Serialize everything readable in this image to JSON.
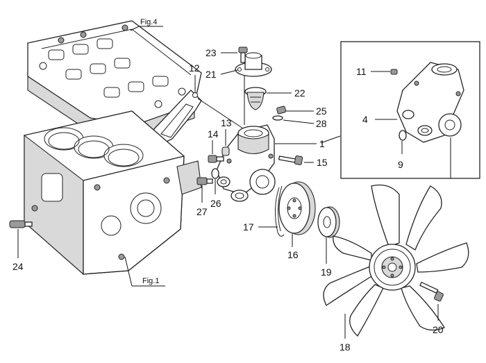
{
  "figure_refs": {
    "cylinder_head": "Fig.4",
    "cylinder_block": "Fig.1"
  },
  "callouts": {
    "c1": "1",
    "c4": "4",
    "c9": "9",
    "c11": "11",
    "c12": "12",
    "c13": "13",
    "c14": "14",
    "c15": "15",
    "c16": "16",
    "c17": "17",
    "c18": "18",
    "c19": "19",
    "c20": "20",
    "c21": "21",
    "c22": "22",
    "c23": "23",
    "c24": "24",
    "c25": "25",
    "c26": "26",
    "c27": "27",
    "c28": "28"
  }
}
